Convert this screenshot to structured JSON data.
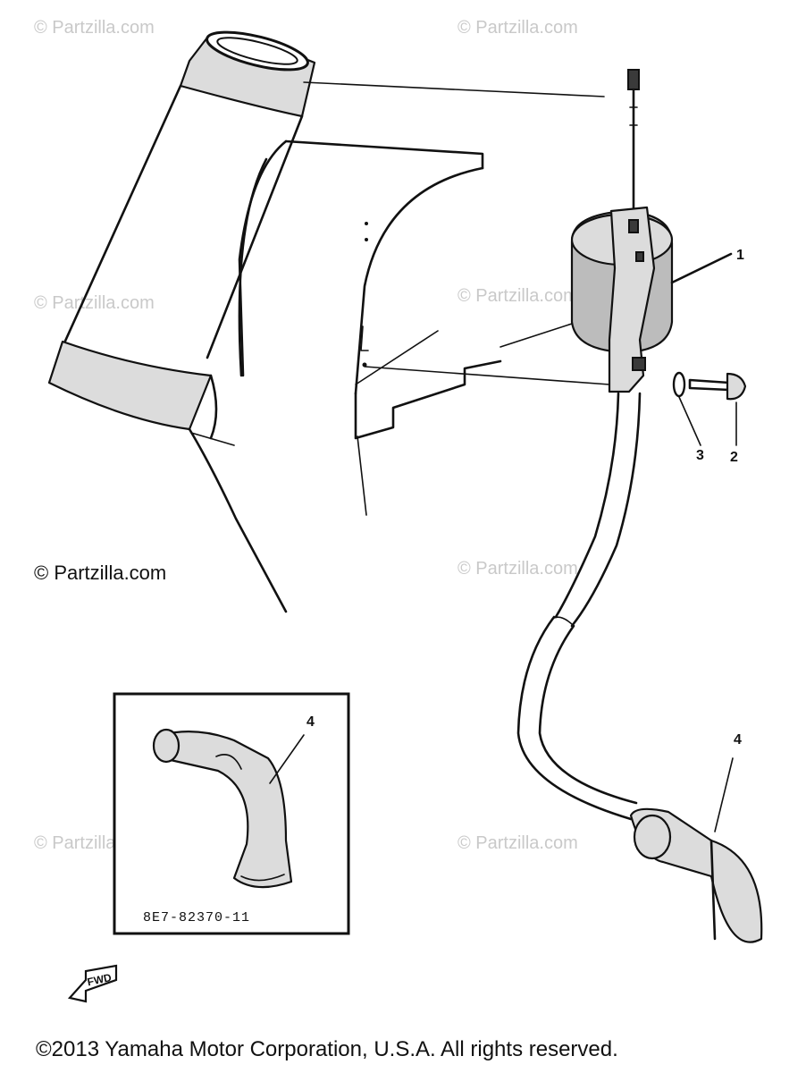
{
  "watermarks": [
    "© Partzilla.com",
    "© Partzilla.com",
    "© Partzilla.com",
    "© Partzilla.com",
    "© Partzilla.com",
    "© Partzilla.com",
    "© Partzilla.com"
  ],
  "watermark_main": "© Partzilla.com",
  "callouts": {
    "c1": "1",
    "c2": "2",
    "c3": "3",
    "c4_inset": "4",
    "c4_main": "4"
  },
  "inset": {
    "part_number": "8E7-82370-11"
  },
  "fwd_label": "FWD",
  "copyright": "©2013 Yamaha Motor Corporation, U.S.A. All rights reserved."
}
